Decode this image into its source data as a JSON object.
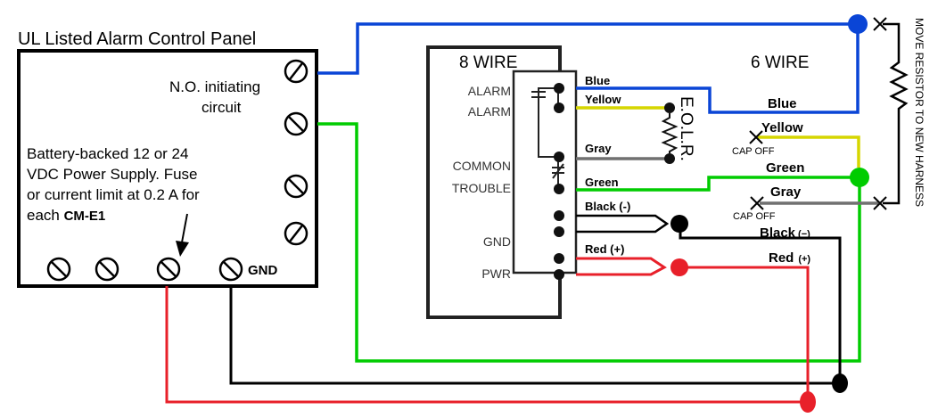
{
  "panel": {
    "title": "UL Listed Alarm Control Panel",
    "no_label_line1": "N.O. initiating",
    "no_label_line2": "circuit",
    "power_note_line1": "Battery-backed 12 or 24",
    "power_note_line2": "VDC Power Supply. Fuse",
    "power_note_line3": "or current limit at 0.2 A for",
    "power_note_line4_prefix": "each ",
    "power_note_line4_model": "CM-E1",
    "gnd_label": "GND"
  },
  "eight_wire": {
    "title": "8 WIRE",
    "labels": [
      "ALARM",
      "ALARM",
      "COMMON",
      "TROUBLE",
      "GND",
      "PWR"
    ],
    "wires": [
      "Blue",
      "Yellow",
      "Gray",
      "Green",
      "Black (-)",
      "Red (+)"
    ],
    "eolr_label": "E.O.L.R."
  },
  "six_wire": {
    "title": "6 WIRE",
    "wires": {
      "blue": "Blue",
      "yellow": "Yellow",
      "green": "Green",
      "gray": "Gray",
      "black": "Black",
      "black_sign": "(−)",
      "red": "Red",
      "red_sign": "(+)"
    },
    "cap_off": "CAP OFF"
  },
  "note": "MOVE RESISTOR TO NEW HARNESS",
  "colors": {
    "blue": "#0a45d6",
    "green": "#00cc00",
    "yellow": "#d6d600",
    "gray": "#707070",
    "black": "#000000",
    "red": "#e8202a"
  }
}
